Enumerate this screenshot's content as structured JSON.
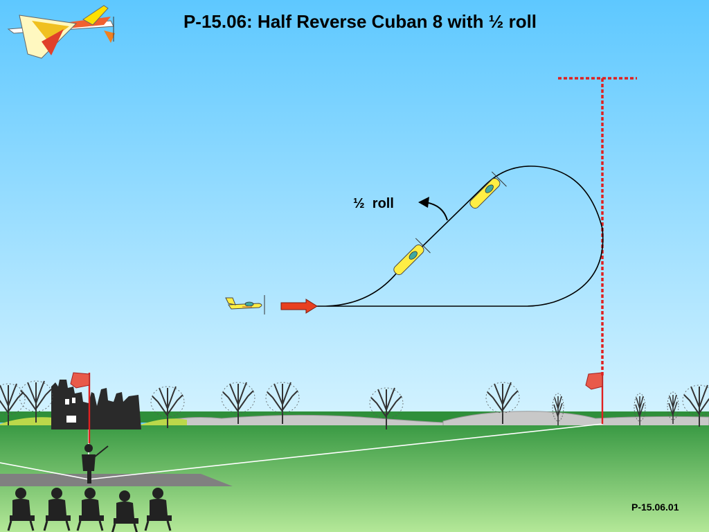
{
  "title": "P-15.06: Half Reverse Cuban 8 with ½ roll",
  "roll_label": "½  roll",
  "figure_code": "P-15.06.01",
  "colors": {
    "sky_top": "#66ccff",
    "sky_bottom": "#ccf0ff",
    "grass_far": "#2e8b3a",
    "grass_near": "#a8e08a",
    "flightpath": "#000000",
    "entry_arrow": "#e84020",
    "box_marker": "#e02020",
    "plane_body": "#ffee44",
    "runway": "#808080",
    "silhouette": "#2a2a2a"
  },
  "icons": [
    "logo-plane-icon",
    "entry-plane-icon",
    "climbing-plane-icon",
    "rolled-plane-icon",
    "flag-icon",
    "pilot-icon",
    "judge-icon",
    "tree-icon",
    "ruin-icon"
  ]
}
